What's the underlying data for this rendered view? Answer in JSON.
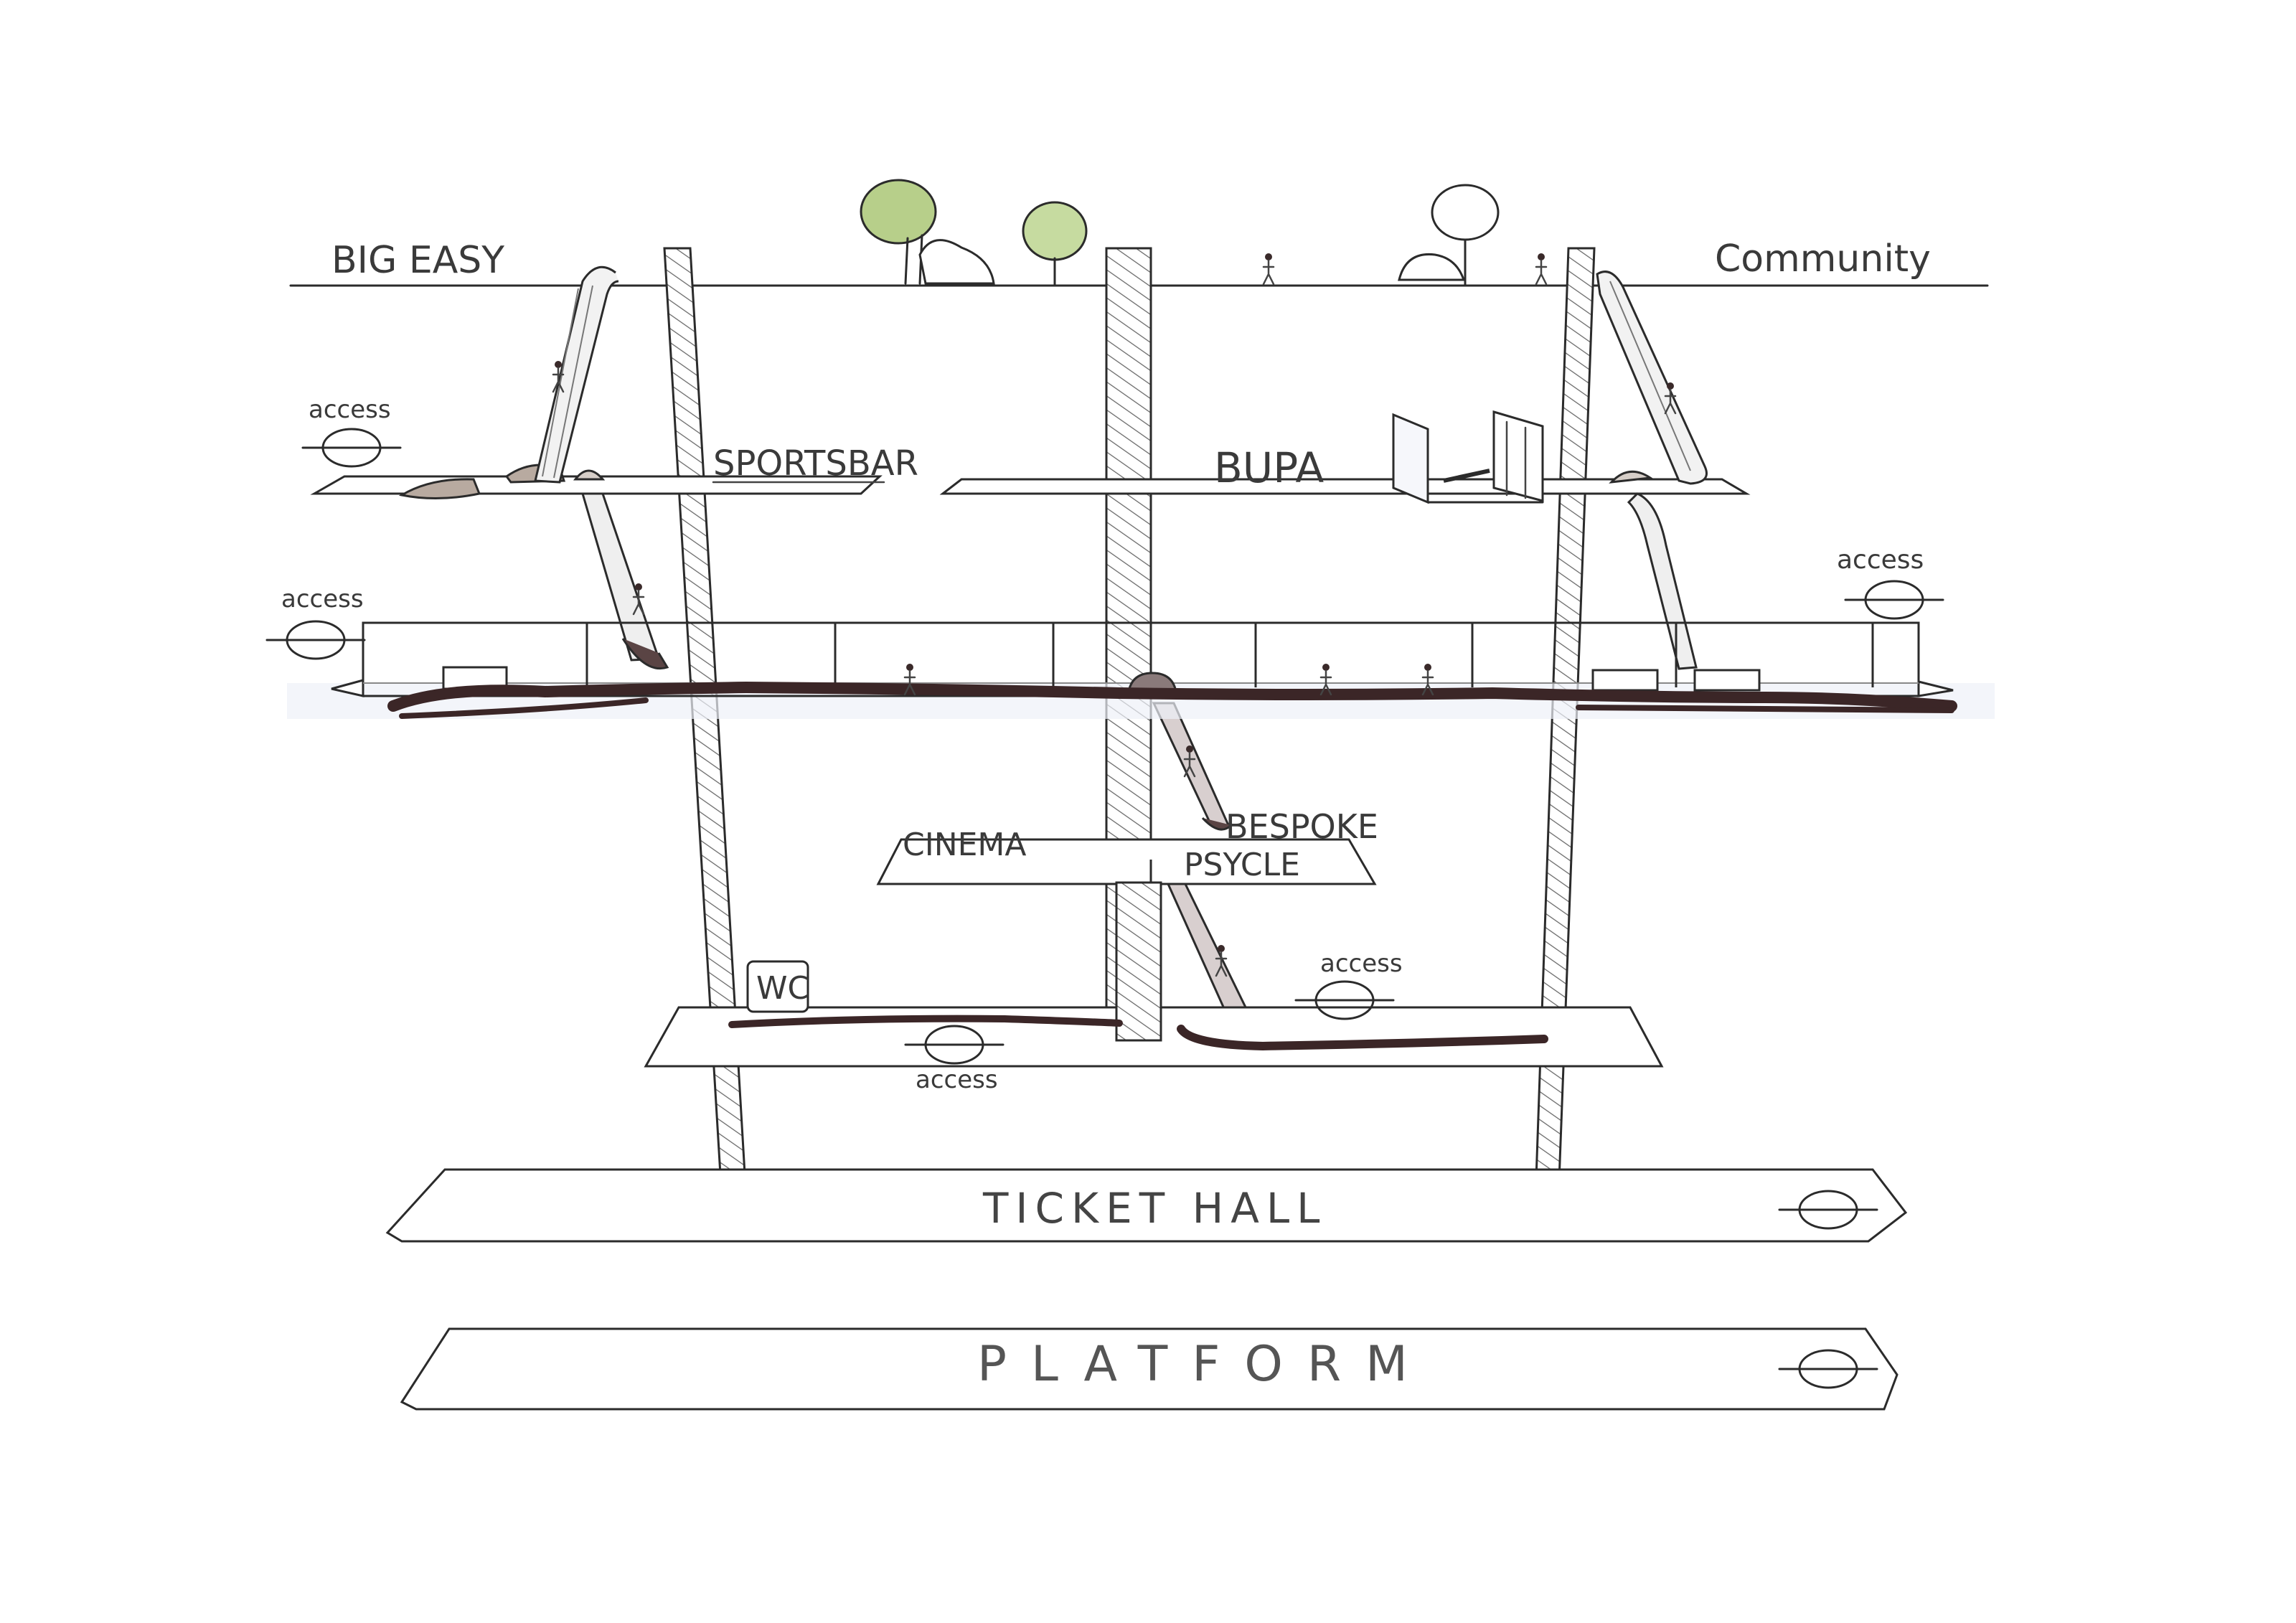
{
  "diagram": {
    "ground_labels": {
      "left": "BIG EASY",
      "right": "Community"
    },
    "upper_level": {
      "left": "SPORTSBAR",
      "center": "BUPA"
    },
    "mid_level": {
      "left": "CINEMA",
      "right_top": "BESPOKE",
      "right_bottom": "PSYCLE"
    },
    "lower_level": {
      "wc": "WC"
    },
    "access_label": "access",
    "ticket_hall": "TICKET HALL",
    "platform": "PLATFORM",
    "colors": {
      "ink": "#2b2b2b",
      "walkway": "#3b2627",
      "trees": "#9fbf6a",
      "glass": "#cfd6e6"
    }
  }
}
